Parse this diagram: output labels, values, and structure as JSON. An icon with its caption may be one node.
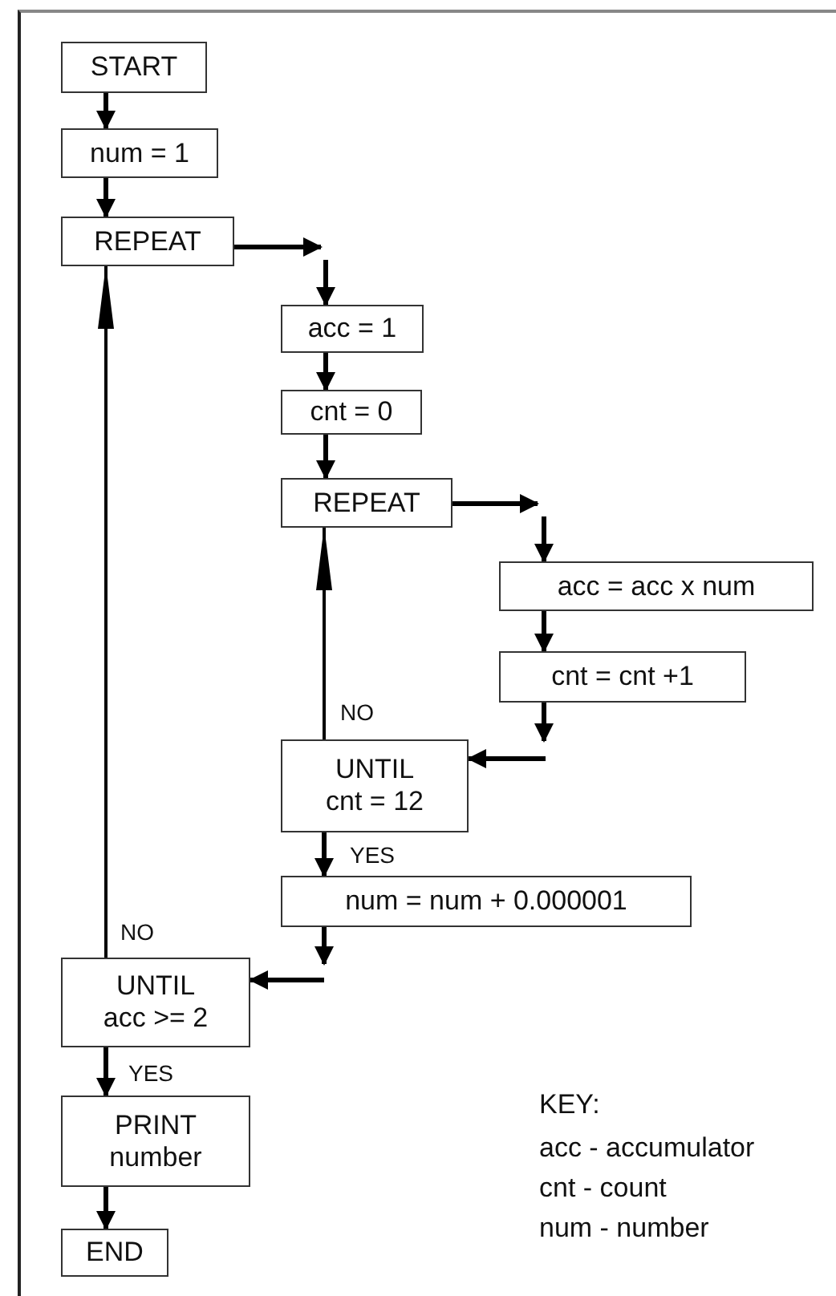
{
  "diagram": {
    "nodes": [
      {
        "text": [
          "START"
        ]
      },
      {
        "text": [
          "num = 1"
        ]
      },
      {
        "text": [
          "REPEAT"
        ]
      },
      {
        "text": [
          "acc = 1"
        ]
      },
      {
        "text": [
          "cnt = 0"
        ]
      },
      {
        "text": [
          "REPEAT"
        ]
      },
      {
        "text": [
          "acc = acc x num"
        ]
      },
      {
        "text": [
          "cnt = cnt +1"
        ]
      },
      {
        "text": [
          "UNTIL",
          "cnt = 12"
        ]
      },
      {
        "text": [
          "num = num + 0.000001"
        ]
      },
      {
        "text": [
          "UNTIL",
          "acc >= 2"
        ]
      },
      {
        "text": [
          "PRINT",
          "number"
        ]
      },
      {
        "text": [
          "END"
        ]
      }
    ],
    "edges": [
      {
        "from": 0,
        "to": 1,
        "arrow": "to"
      },
      {
        "from": 1,
        "to": 2,
        "arrow": "to"
      },
      {
        "from": 2,
        "to": null,
        "arrow": "to"
      },
      {
        "from": null,
        "to": 3,
        "arrow": "to"
      },
      {
        "from": 3,
        "to": 4,
        "arrow": "to"
      },
      {
        "from": 4,
        "to": 5,
        "arrow": "to"
      },
      {
        "from": 5,
        "to": null,
        "arrow": "to"
      },
      {
        "from": null,
        "to": 6,
        "arrow": "to"
      },
      {
        "from": 6,
        "to": 7,
        "arrow": "to"
      },
      {
        "from": 7,
        "to": null,
        "arrow": "to"
      },
      {
        "from": null,
        "to": 8,
        "arrow": "to"
      },
      {
        "from": 8,
        "to": 5,
        "arrow": "to",
        "label": "NO"
      },
      {
        "from": 8,
        "to": 9,
        "arrow": "to",
        "label": "YES"
      },
      {
        "from": 9,
        "to": null,
        "arrow": "to"
      },
      {
        "from": null,
        "to": 10,
        "arrow": "to"
      },
      {
        "from": 10,
        "to": 2,
        "arrow": "to",
        "label": "NO"
      },
      {
        "from": 10,
        "to": 11,
        "arrow": "to",
        "label": "YES"
      },
      {
        "from": 11,
        "to": 12,
        "arrow": "to"
      }
    ],
    "labels": [
      "KEY:",
      "acc - accumulator",
      "cnt - count",
      "num - number"
    ]
  }
}
